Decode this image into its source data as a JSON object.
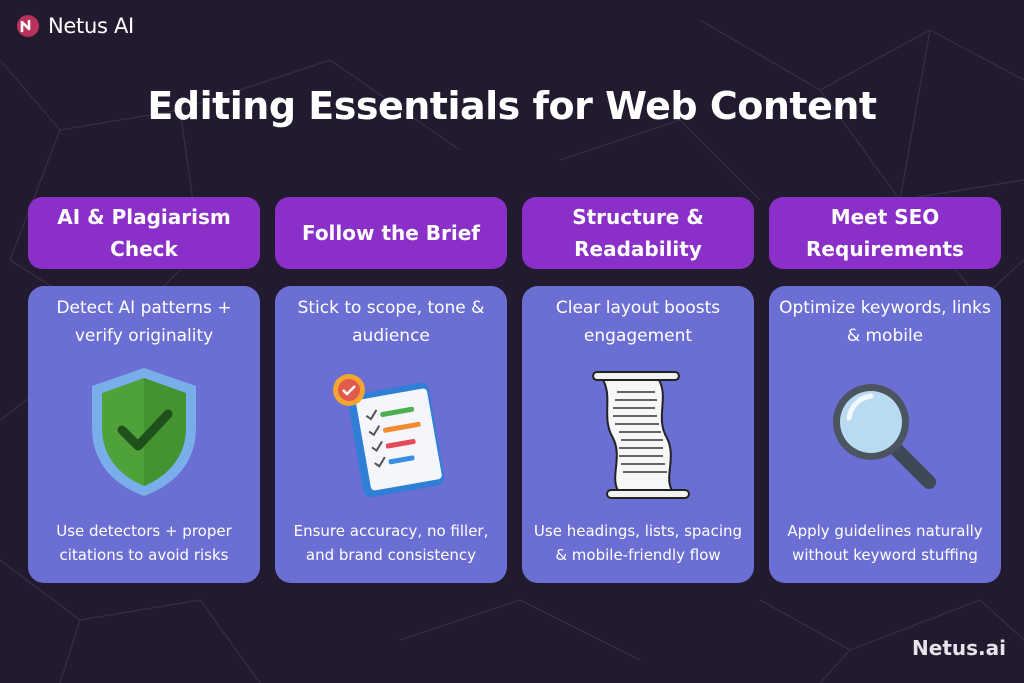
{
  "brand": {
    "logo_text": "Netus AI",
    "footer": "Netus.ai"
  },
  "title": "Editing Essentials for Web Content",
  "colors": {
    "background": "#221b2f",
    "header": "#8b2fc9",
    "card": "#6b6fd4"
  },
  "columns": [
    {
      "header": "AI & Plagiarism Check",
      "top": "Detect AI patterns + verify originality",
      "icon": "shield-check-icon",
      "bottom": "Use detectors + proper citations to avoid risks"
    },
    {
      "header": "Follow the Brief",
      "top": "Stick to scope, tone & audience",
      "icon": "clipboard-checklist-icon",
      "bottom": "Ensure accuracy, no filler, and brand consistency"
    },
    {
      "header": "Structure & Readability",
      "top": "Clear layout boosts engagement",
      "icon": "scroll-icon",
      "bottom": "Use headings, lists, spacing & mobile-friendly flow"
    },
    {
      "header": "Meet SEO Requirements",
      "top": "Optimize keywords, links & mobile",
      "icon": "magnifier-icon",
      "bottom": "Apply guidelines naturally without keyword stuffing"
    }
  ]
}
